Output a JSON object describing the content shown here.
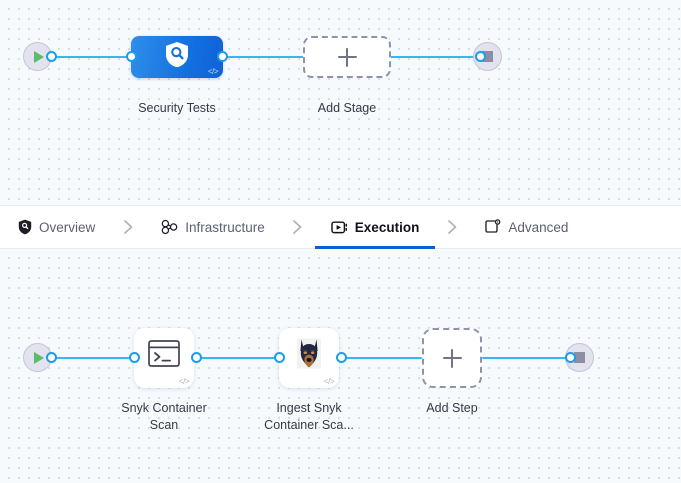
{
  "canvas_top": {
    "start_node": {
      "name": "pipeline-start",
      "icon": "play-icon"
    },
    "end_node": {
      "name": "pipeline-end",
      "icon": "stop-icon"
    },
    "stage": {
      "label": "Security Tests",
      "icon": "shield-search-icon",
      "code_glyph": "</>",
      "color": "#1371e0"
    },
    "add_stage": {
      "label": "Add Stage",
      "icon": "plus-icon"
    }
  },
  "tabs": {
    "items": [
      {
        "label": "Overview",
        "icon": "shield-icon",
        "active": false
      },
      {
        "label": "Infrastructure",
        "icon": "nodes-icon",
        "active": false
      },
      {
        "label": "Execution",
        "icon": "play-box-icon",
        "active": true
      },
      {
        "label": "Advanced",
        "icon": "gear-box-icon",
        "active": false
      }
    ],
    "separator_icon": "chevron-right-icon",
    "active_underline_color": "#0b5fd0"
  },
  "canvas_bottom": {
    "start_node": {
      "name": "execution-start",
      "icon": "play-icon"
    },
    "end_node": {
      "name": "execution-end",
      "icon": "stop-icon"
    },
    "steps": [
      {
        "label": "Snyk Container\nScan",
        "icon": "terminal-icon",
        "code_glyph": "</>"
      },
      {
        "label": "Ingest Snyk\nContainer Sca...",
        "icon": "doberman-icon",
        "code_glyph": "</>"
      }
    ],
    "add_step": {
      "label": "Add Step",
      "icon": "plus-icon"
    }
  },
  "theme": {
    "wire_color": "#38b6f0",
    "canvas_bg": "#f6fafd",
    "dot_color": "#c9d6e6"
  }
}
